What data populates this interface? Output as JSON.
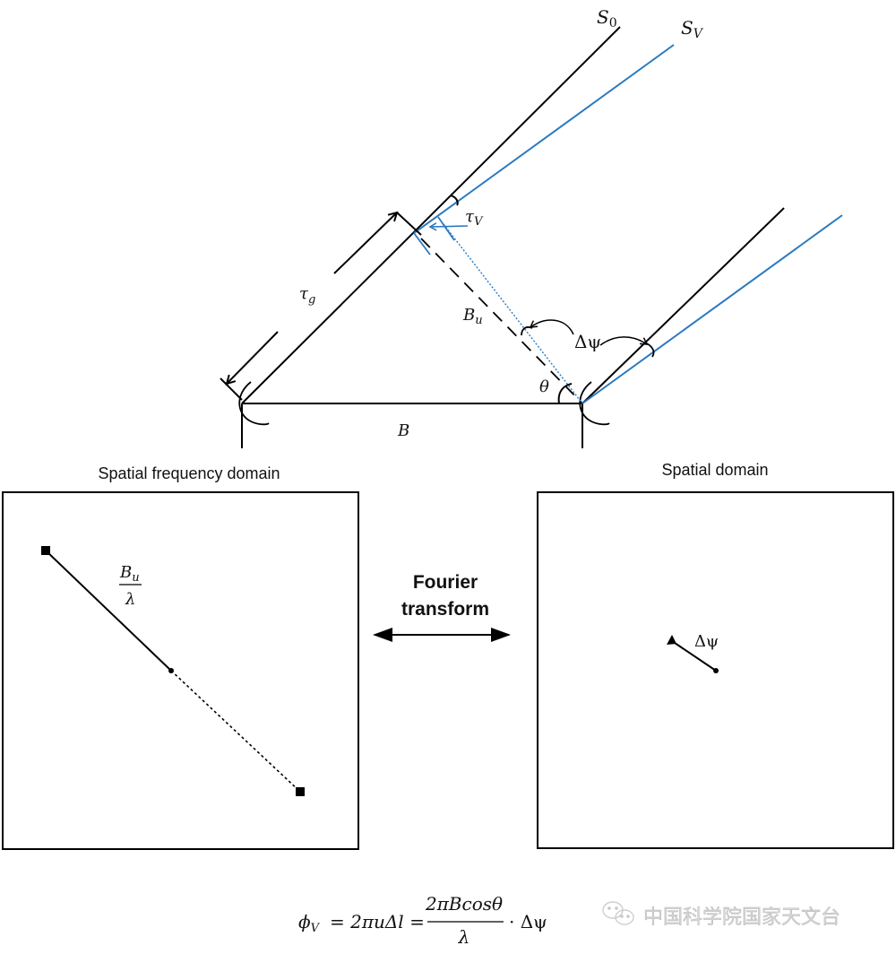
{
  "diagram": {
    "top": {
      "labels": {
        "source_reference": "S",
        "source_reference_sub": "0",
        "source_target": "S",
        "source_target_sub": "V",
        "tau_v": "τ",
        "tau_v_sub": "V",
        "tau_g": "τ",
        "tau_g_sub": "g",
        "b_u": "B",
        "b_u_sub": "u",
        "delta_psi": "Δψ",
        "theta": "θ",
        "baseline": "B"
      },
      "colors": {
        "reference_ray": "#000000",
        "target_ray": "#2a7ac0"
      }
    },
    "left_panel": {
      "title": "Spatial frequency domain",
      "fraction_numerator": "B",
      "fraction_numerator_sub": "u",
      "fraction_denominator": "λ"
    },
    "center": {
      "label_line1": "Fourier",
      "label_line2": "transform"
    },
    "right_panel": {
      "title": "Spatial domain",
      "label": "Δψ"
    },
    "formula": {
      "lhs": "ϕ",
      "lhs_sub": "V",
      "mid": "= 2πuΔl =",
      "numerator": "2πBcosθ",
      "denominator": "λ",
      "rhs": "· Δψ"
    },
    "watermark": {
      "text": "中国科学院国家天文台"
    }
  }
}
